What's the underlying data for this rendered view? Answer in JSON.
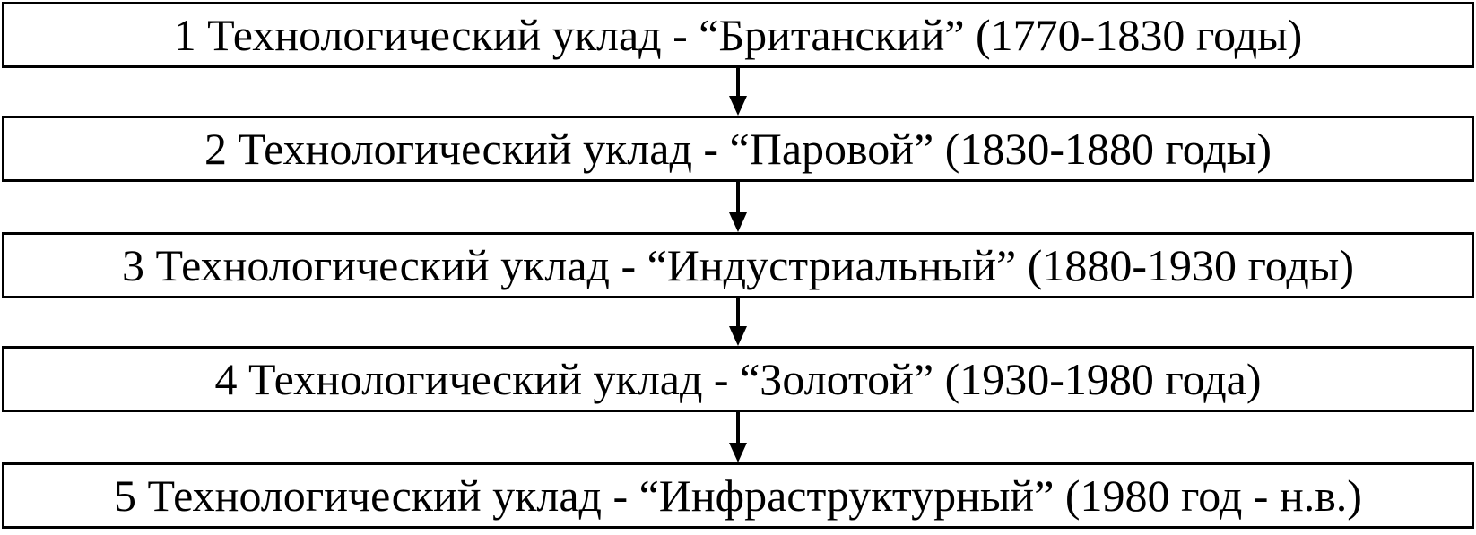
{
  "stages": [
    {
      "label": "1 Технологический уклад - “Британский” (1770-1830 годы)"
    },
    {
      "label": "2 Технологический уклад - “Паровой” (1830-1880 годы)"
    },
    {
      "label": "3 Технологический уклад - “Индустриальный” (1880-1930 годы)"
    },
    {
      "label": "4 Технологический уклад - “Золотой” (1930-1980 года)"
    },
    {
      "label": "5 Технологический уклад - “Инфраструктурный” (1980 год - н.в.)"
    }
  ],
  "colors": {
    "border": "#000000",
    "background": "#ffffff",
    "text": "#000000"
  }
}
